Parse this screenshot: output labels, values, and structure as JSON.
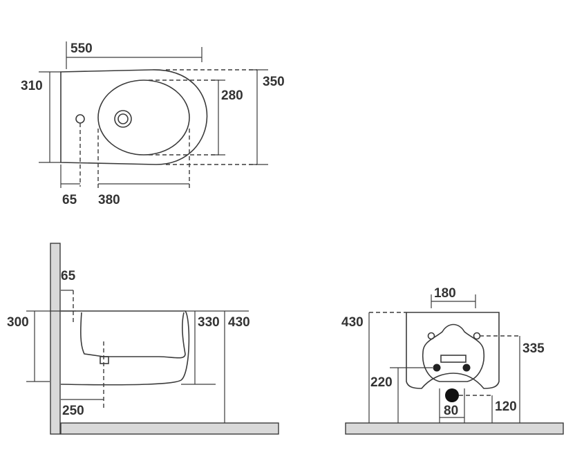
{
  "dimensions": {
    "top_view": {
      "length": "550",
      "depth_left": "310",
      "depth_total": "350",
      "bowl_width": "280",
      "tap_offset": "65",
      "bowl_length": "380"
    },
    "side_view": {
      "tap_offset": "65",
      "rim_to_base": "300",
      "bowl_height": "330",
      "total_height": "430",
      "waste_offset": "250"
    },
    "rear_view": {
      "fixing_spacing": "180",
      "floor_to_rim": "430",
      "fixing_height": "335",
      "inlet_height": "220",
      "waste_height": "120",
      "waste_width": "80"
    }
  },
  "colors": {
    "line": "#3a3a3a",
    "text": "#333333",
    "floor": "#d9d9d9"
  }
}
